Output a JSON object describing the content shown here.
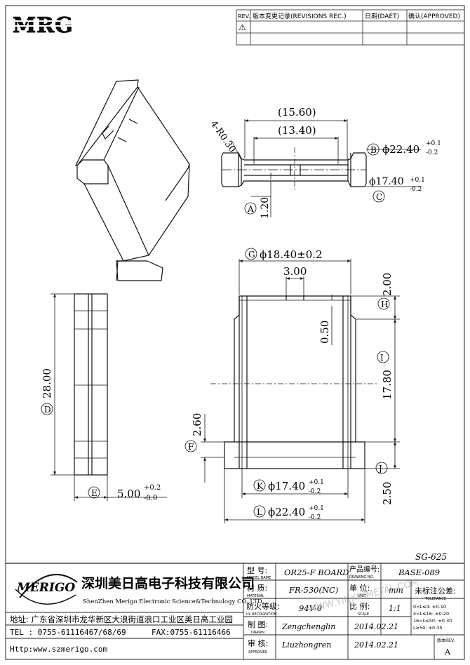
{
  "logo": {
    "text": "MRG"
  },
  "revision_table": {
    "rev_header": "REV.",
    "record_header": "版本变更记录(REVISIONS REC.)",
    "date_header": "日期(DAET)",
    "approved_header": "确认(APPROVED)",
    "rev_symbol": "⚠"
  },
  "views": {
    "top": {
      "dim_15_60": "(15.60)",
      "dim_13_40": "(13.40)",
      "radius": "4-R0.30",
      "dim_b_value": "ϕ22.40",
      "dim_b_tol_upper": "+0.1",
      "dim_b_tol_lower": "-0.2",
      "dim_c_value": "ϕ17.40",
      "dim_c_tol_upper": "+0.1",
      "dim_c_tol_lower": "-0.2",
      "dim_a_value": "1.20"
    },
    "side": {
      "dim_d_value": "28.00",
      "dim_e_value": "5.00",
      "dim_e_tol_upper": "+0.2",
      "dim_e_tol_lower": "-0.0"
    },
    "front": {
      "dim_g_value": "ϕ18.40±0.2",
      "dim_3_00": "3.00",
      "dim_0_50": "0.50",
      "dim_h_value": "2.00",
      "dim_i_value": "17.80",
      "dim_f_value": "2.60",
      "dim_j_value": "2.50",
      "dim_k_value": "ϕ17.40",
      "dim_k_tol_upper": "+0.1",
      "dim_k_tol_lower": "-0.2",
      "dim_l_value": "ϕ22.40",
      "dim_l_tol_upper": "+0.1",
      "dim_l_tol_lower": "-0.2"
    }
  },
  "labels": {
    "A": "A",
    "B": "B",
    "C": "C",
    "D": "D",
    "E": "E",
    "F": "F",
    "G": "G",
    "H": "H",
    "I": "I",
    "J": "J",
    "K": "K",
    "L": "L"
  },
  "sg_code": "SG-625",
  "watermark": "WWW.YINXINMETAL.COM",
  "title_block": {
    "company_logo": "MERIGO",
    "company_cn": "深圳美日高电子科技有限公司",
    "company_en": "ShenZhen Merigo Electronic Science&Technology CO.,LTD",
    "address": "地址: 广东省深圳市龙华新区大浪街道浪口工业区美日高工业园",
    "tel": "TEL : 0755-61116467/68/69",
    "fax": "FAX:0755-61116466",
    "website": "Http:www.szmerigo.com",
    "model_cn": "型 号:",
    "model_en": "MODEL NAME",
    "model_value": "OR25-F BOARD",
    "drawing_no_cn": "产品编号:",
    "drawing_no_en": "DRAWING NO.",
    "drawing_no_value": "BASE-089",
    "material_cn": "材 质:",
    "material_en": "MATERIAL",
    "material_value": "FR-530(NC)",
    "unit_cn": "单 位:",
    "unit_en": "UNIT",
    "unit_value": "mm",
    "tolerance_cn": "未标注公差:",
    "tolerance_en": "TOLERANCE",
    "tol_rows": [
      "0<L≤4:  ±0.10",
      "4<L≤16: ±0.20",
      "16<L≤50: ±0.30",
      "L≥50: ±0.35"
    ],
    "ul_cn": "防火等级:",
    "ul_en": "UL RECOGNITION",
    "ul_value": "94V-0",
    "scale_cn": "比 例:",
    "scale_en": "SCALE",
    "scale_value": "1:1",
    "drawn_cn": "制 图:",
    "drawn_en": "DRAWN",
    "drawn_value": "Zengchenglin",
    "drawn_date": "2014.02.21",
    "approved_cn": "审 核:",
    "approved_en": "APPROVED",
    "approved_value": "Liuzhongren",
    "approved_date": "2014.02.21",
    "version_label": "版本REV.",
    "version_value": "A"
  }
}
